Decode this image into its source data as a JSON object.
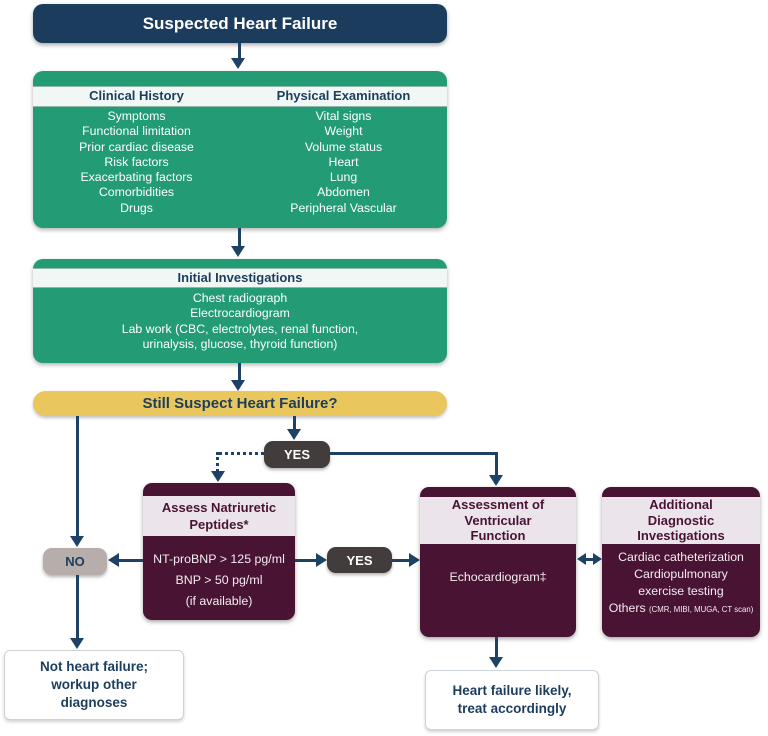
{
  "title": "Suspected Heart Failure",
  "clinical": {
    "history_header": "Clinical History",
    "history_items": [
      "Symptoms",
      "Functional limitation",
      "Prior cardiac disease",
      "Risk factors",
      "Exacerbating factors",
      "Comorbidities",
      "Drugs"
    ],
    "exam_header": "Physical Examination",
    "exam_items": [
      "Vital signs",
      "Weight",
      "Volume status",
      "Heart",
      "Lung",
      "Abdomen",
      "Peripheral Vascular"
    ]
  },
  "investigations": {
    "header": "Initial Investigations",
    "lines": [
      "Chest radiograph",
      "Electrocardiogram",
      "Lab work (CBC, electrolytes, renal function,",
      "urinalysis, glucose, thyroid function)"
    ]
  },
  "decision": {
    "question": "Still Suspect Heart Failure?",
    "yes_label": "YES",
    "no_label": "NO",
    "yes2_label": "YES"
  },
  "natriuretic": {
    "header": "Assess Natriuretic Peptides*",
    "lines": [
      "NT-proBNP > 125 pg/ml",
      "BNP > 50 pg/ml",
      "(if available)"
    ]
  },
  "ventricular": {
    "header": "Assessment of Ventricular Function",
    "body": "Echocardiogram‡"
  },
  "additional": {
    "header": "Additional Diagnostic Investigations",
    "lines": [
      "Cardiac catheterization",
      "Cardiopulmonary",
      "exercise testing"
    ],
    "others_label": "Others",
    "others_detail": "(CMR, MIBI, MUGA, CT scan)"
  },
  "outcomes": {
    "negative": "Not heart failure; workup other diagnoses",
    "positive": "Heart failure likely, treat accordingly"
  },
  "colors": {
    "navy": "#1c3c5e",
    "green": "#239c76",
    "yellow": "#e9c75d",
    "maroon": "#491434",
    "yes_pill": "#423c3c",
    "no_pill": "#b7aeab",
    "line": "#1e4266"
  }
}
